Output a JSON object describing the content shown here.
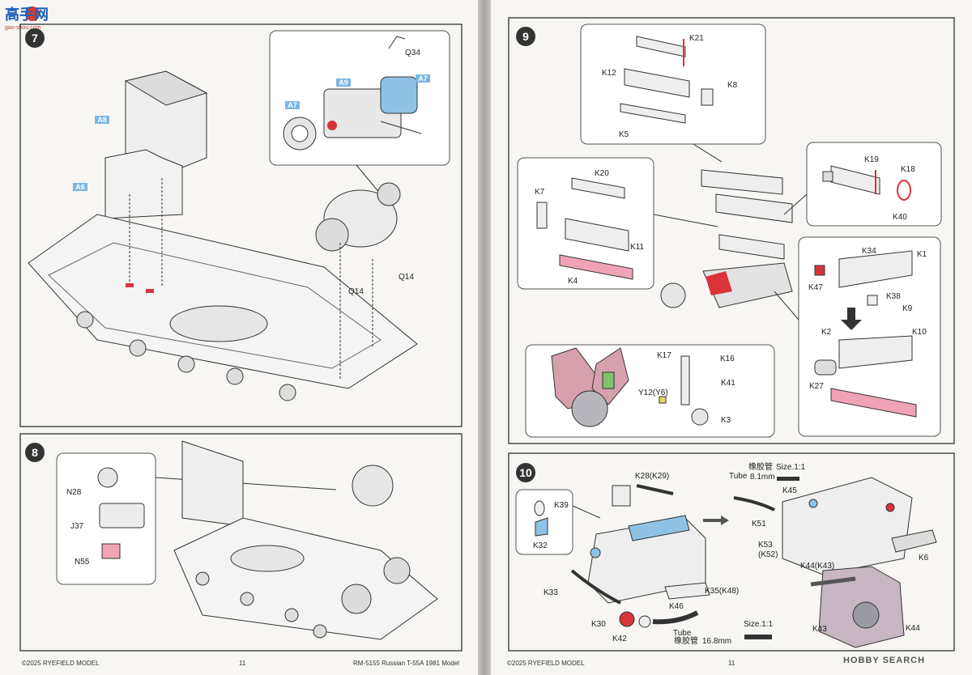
{
  "watermark": {
    "top_text": "高手网",
    "sub_text": "gao-shou.com",
    "bottom_text": "HOBBY SEARCH"
  },
  "steps": {
    "s7": {
      "number": "7",
      "labels": [
        "A8",
        "A6",
        "A9",
        "A7",
        "A7",
        "Q34",
        "Q14",
        "Q14"
      ]
    },
    "s8": {
      "number": "8",
      "labels": [
        "N28",
        "J37",
        "N55"
      ]
    },
    "s9": {
      "number": "9",
      "labels": [
        "K21",
        "K12",
        "K8",
        "K5",
        "K20",
        "K7",
        "K11",
        "K4",
        "K19",
        "K18",
        "K40",
        "K34",
        "K1",
        "K47",
        "K38",
        "K9",
        "K2",
        "K10",
        "K27",
        "K17",
        "K16",
        "K41",
        "Y12(Y6)",
        "K3"
      ]
    },
    "s10": {
      "number": "10",
      "labels": [
        "K28(K29)",
        "K39",
        "K32",
        "K33",
        "K35(K48)",
        "K46",
        "K30",
        "K42",
        "Tube",
        "K45",
        "K51",
        "K53",
        "(K52)",
        "K44(K43)",
        "K6",
        "K43",
        "K44"
      ],
      "tube1": {
        "word": "Tube",
        "cjk": "橡胶管",
        "size": "8.1mm",
        "scale": "Size.1:1"
      },
      "tube2": {
        "word": "Tube",
        "cjk": "橡胶管",
        "size": "16.8mm",
        "scale": "Size.1:1"
      }
    }
  },
  "footer": {
    "left_copyright": "©2025 RYEFIELD MODEL",
    "left_page": "11",
    "left_model": "RM-5155 Russian T-55A 1981 Model",
    "right_copyright": "©2025 RYEFIELD MODEL",
    "right_page": "11"
  },
  "colors": {
    "callout_blue": "#7ab7e3",
    "part_blue": "#8fc3e6",
    "part_red": "#d9333a",
    "part_pink": "#f0a3b6",
    "part_green": "#7fc36e"
  }
}
